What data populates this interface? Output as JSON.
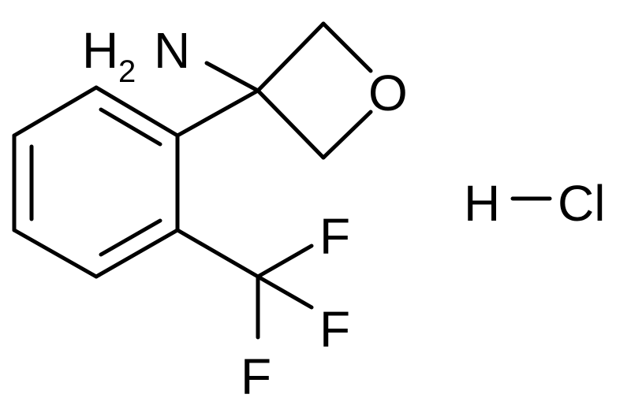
{
  "molecule": {
    "atoms": {
      "amine_h": "H",
      "amine_sub": "2",
      "amine_n": "N",
      "oxygen": "O",
      "fluorine_1": "F",
      "fluorine_2": "F",
      "fluorine_3": "F",
      "hcl_h": "H",
      "hcl_cl": "Cl"
    }
  },
  "colors": {
    "bond": "#000000",
    "label": "#000000",
    "background": "#ffffff"
  }
}
